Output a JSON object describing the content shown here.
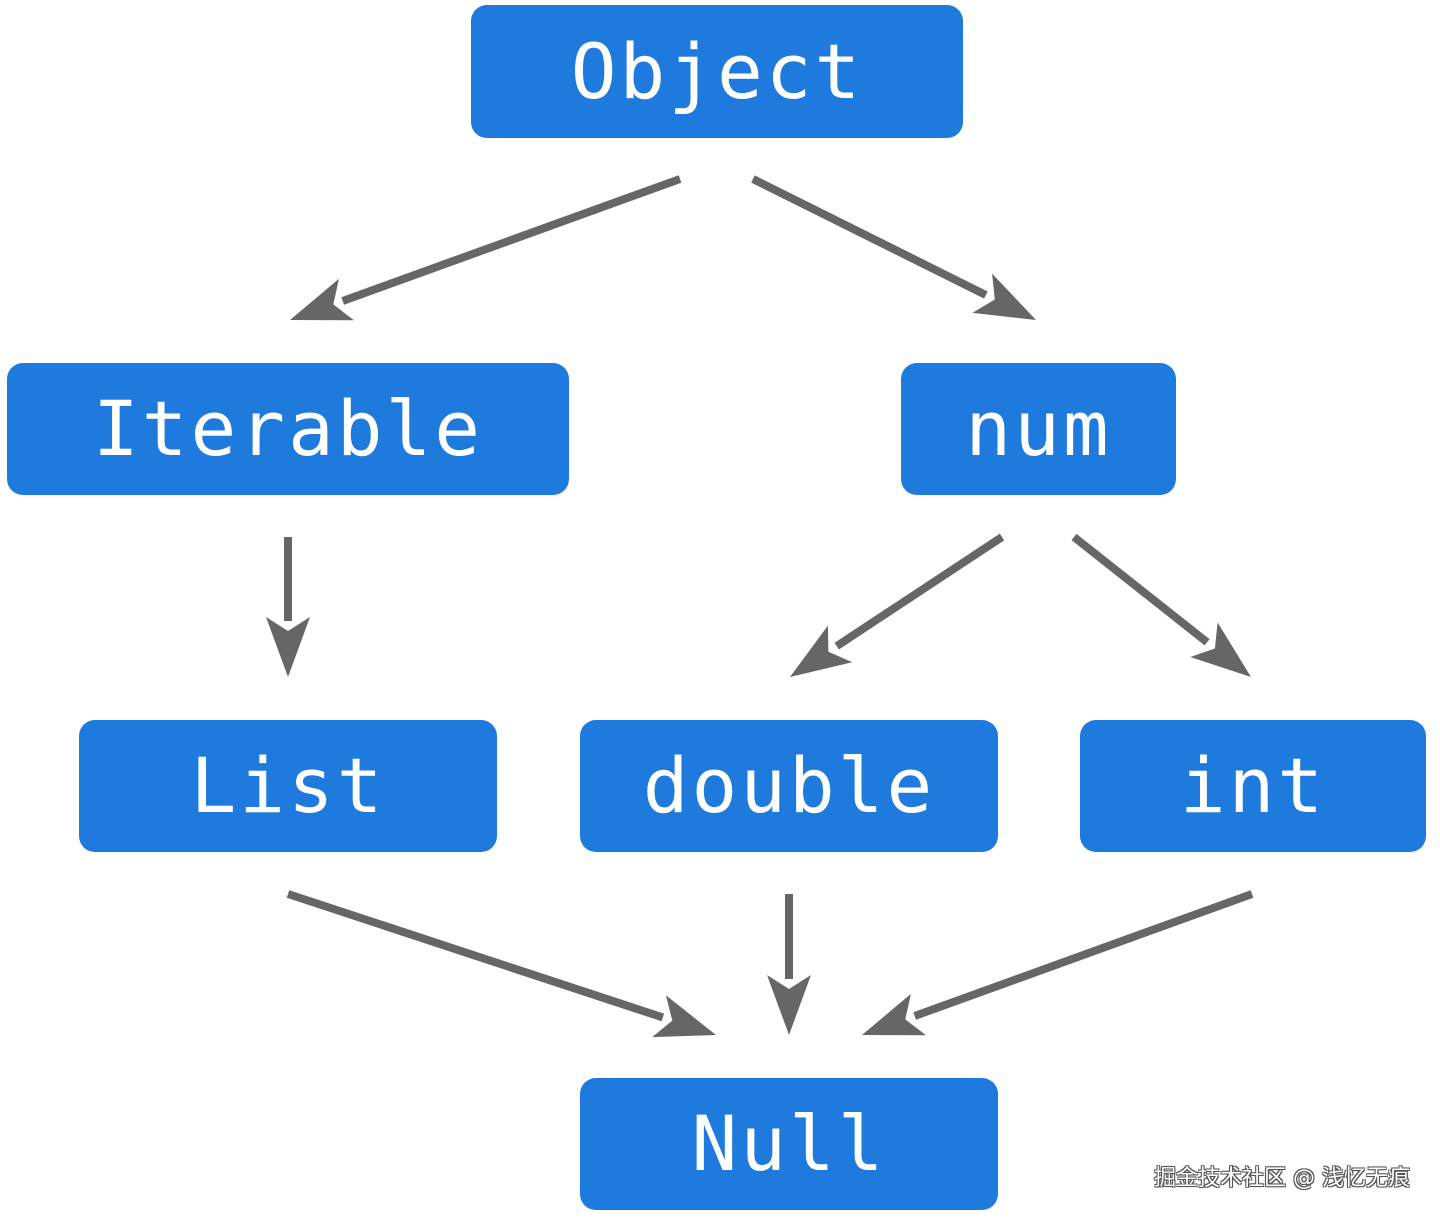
{
  "colors": {
    "node": "#1e7bdd",
    "node_text": "#ffffff",
    "arrow": "#666666",
    "background": "#ffffff"
  },
  "nodes": {
    "object": {
      "label": "Object"
    },
    "iterable": {
      "label": "Iterable"
    },
    "num": {
      "label": "num"
    },
    "list": {
      "label": "List"
    },
    "double": {
      "label": "double"
    },
    "int": {
      "label": "int"
    },
    "null": {
      "label": "Null"
    }
  },
  "edges": [
    {
      "from": "Object",
      "to": "Iterable"
    },
    {
      "from": "Object",
      "to": "num"
    },
    {
      "from": "Iterable",
      "to": "List"
    },
    {
      "from": "num",
      "to": "double"
    },
    {
      "from": "num",
      "to": "int"
    },
    {
      "from": "List",
      "to": "Null"
    },
    {
      "from": "double",
      "to": "Null"
    },
    {
      "from": "int",
      "to": "Null"
    }
  ],
  "watermark": {
    "text": "掘金技术社区 @ 浅忆无痕"
  }
}
